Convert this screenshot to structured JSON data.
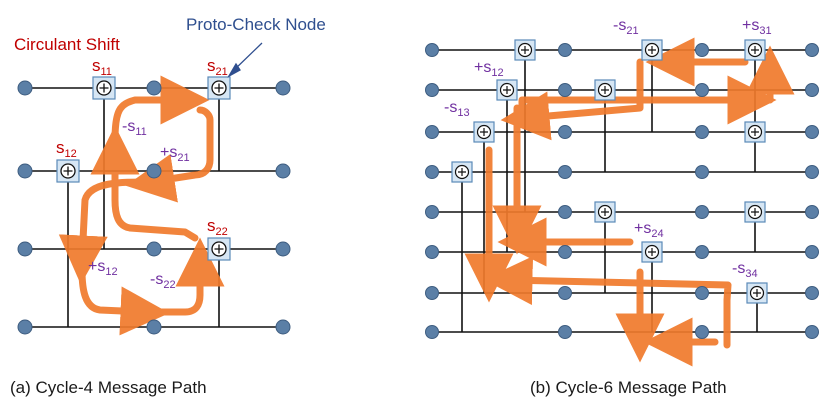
{
  "left_panel": {
    "circulant_shift_label": "Circulant Shift",
    "proto_check_node_label": "Proto-Check Node",
    "caption": "(a) Cycle-4 Message Path",
    "labels": {
      "s11": {
        "base": "s",
        "sub": "11"
      },
      "s21": {
        "base": "s",
        "sub": "21"
      },
      "s12": {
        "base": "s",
        "sub": "12"
      },
      "s22": {
        "base": "s",
        "sub": "22"
      },
      "neg_s11": {
        "base": "-s",
        "sub": "11"
      },
      "pos_s21": {
        "base": "+s",
        "sub": "21"
      },
      "pos_s12": {
        "base": "+s",
        "sub": "12"
      },
      "neg_s22": {
        "base": "-s",
        "sub": "22"
      }
    }
  },
  "right_panel": {
    "caption": "(b) Cycle-6 Message Path",
    "labels": {
      "neg_s21": {
        "base": "-s",
        "sub": "21"
      },
      "pos_s31": {
        "base": "+s",
        "sub": "31"
      },
      "pos_s12": {
        "base": "+s",
        "sub": "12"
      },
      "neg_s13": {
        "base": "-s",
        "sub": "13"
      },
      "pos_s24": {
        "base": "+s",
        "sub": "24"
      },
      "neg_s34": {
        "base": "-s",
        "sub": "34"
      }
    }
  },
  "colors": {
    "arrow": "#f07a2c",
    "node": "#5b7fa6",
    "check_box_fill": "#d6e6f4",
    "check_box_stroke": "#5b8ab8",
    "shift_label": "#c00000",
    "node_label": "#2f4f8f",
    "path_label": "#7030a0"
  },
  "icons": {
    "check_node": "circled-plus",
    "variable_node": "filled-circle"
  }
}
